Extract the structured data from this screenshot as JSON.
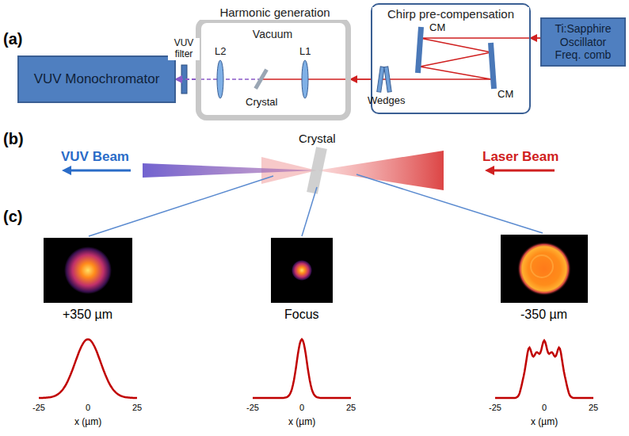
{
  "diagram": {
    "nodes": [
      {
        "text": [
          "VUV Monochromator"
        ]
      },
      {
        "text": [
          "Harmonic generation",
          "Vacuum"
        ]
      },
      {
        "text": [
          "Chirp pre-compensation"
        ]
      },
      {
        "text": [
          "Ti:Sapphire Oscillator Freq. comb"
        ]
      }
    ],
    "edges": [
      {
        "from": 3,
        "to": 2,
        "arrow": "to"
      },
      {
        "from": 2,
        "to": 1,
        "arrow": "to"
      },
      {
        "from": 1,
        "to": 0,
        "arrow": "to"
      }
    ],
    "labels": [
      "(a)",
      "VUV filter",
      "L2",
      "L1",
      "Crystal",
      "Wedges",
      "CM",
      "CM",
      "(b)",
      "VUV Beam",
      "Crystal",
      "Laser Beam",
      "(c)",
      "+350 µm",
      "Focus",
      "-350 µm",
      "-25",
      "0",
      "25",
      "x (µm)",
      "-25",
      "0",
      "25",
      "x (µm)",
      "-25",
      "0",
      "25",
      "x (µm)"
    ]
  }
}
